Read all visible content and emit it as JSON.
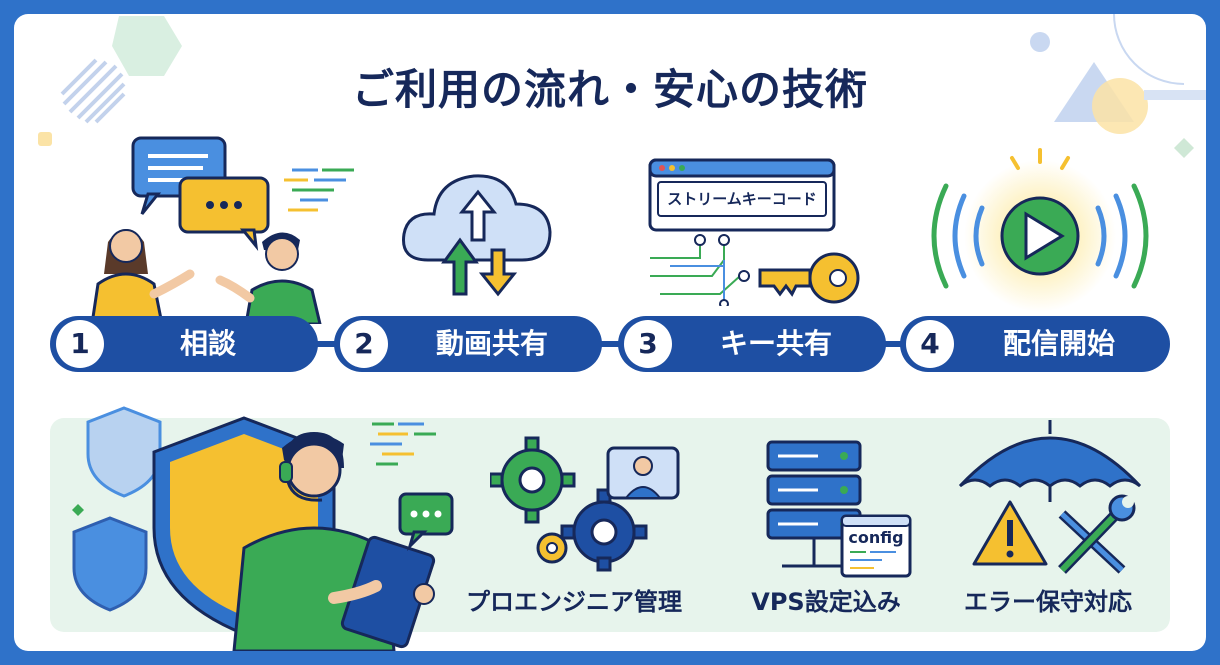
{
  "title": "ご利用の流れ・安心の技術",
  "steps": [
    {
      "number": "1",
      "label": "相談",
      "icon": "consultation-people-icon"
    },
    {
      "number": "2",
      "label": "動画共有",
      "icon": "cloud-upload-download-icon"
    },
    {
      "number": "3",
      "label": "キー共有",
      "icon": "key-icon"
    },
    {
      "number": "4",
      "label": "配信開始",
      "icon": "play-broadcast-icon"
    }
  ],
  "stream_key_window": {
    "label": "ストリームキーコード"
  },
  "features": [
    {
      "label": "プロエンジニア管理",
      "icon": "gears-engineer-icon"
    },
    {
      "label": "VPS設定込み",
      "icon": "server-config-icon"
    },
    {
      "label": "エラー保守対応",
      "icon": "umbrella-tools-icon"
    }
  ],
  "config_window": {
    "label": "config"
  },
  "colors": {
    "border": "#2f72c9",
    "navy": "#16285a",
    "pill": "#1e4fa3",
    "green": "#3aaa55",
    "yellow": "#f5c030",
    "panel": "#e7f4ec"
  }
}
